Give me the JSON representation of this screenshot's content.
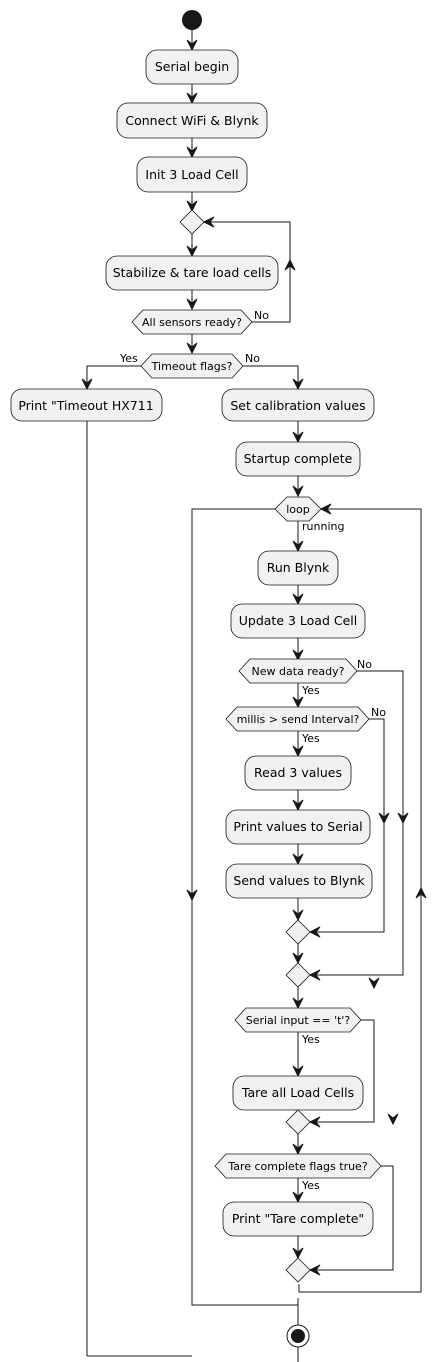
{
  "activities": {
    "serial_begin": "Serial begin",
    "connect_wifi": "Connect WiFi & Blynk",
    "init_load_cell": "Init 3 Load Cell",
    "stabilize": "Stabilize & tare load cells",
    "print_timeout": "Print \"Timeout HX711",
    "set_calibration": "Set calibration values",
    "startup_complete": "Startup complete",
    "run_blynk": "Run Blynk",
    "update_load_cell": "Update 3 Load Cell",
    "read_values": "Read 3 values",
    "print_serial": "Print values to Serial",
    "send_blynk": "Send values to Blynk",
    "tare_all": "Tare all Load Cells",
    "print_tare_complete": "Print \"Tare complete\""
  },
  "conditions": {
    "sensors_ready": "All sensors ready?",
    "timeout_flags": "Timeout flags?",
    "loop": "loop",
    "new_data": "New data ready?",
    "millis_interval": "millis > send Interval?",
    "serial_input": "Serial input == 't'?",
    "tare_flags": "Tare complete flags true?"
  },
  "labels": {
    "no": "No",
    "yes": "Yes",
    "running": "running"
  }
}
